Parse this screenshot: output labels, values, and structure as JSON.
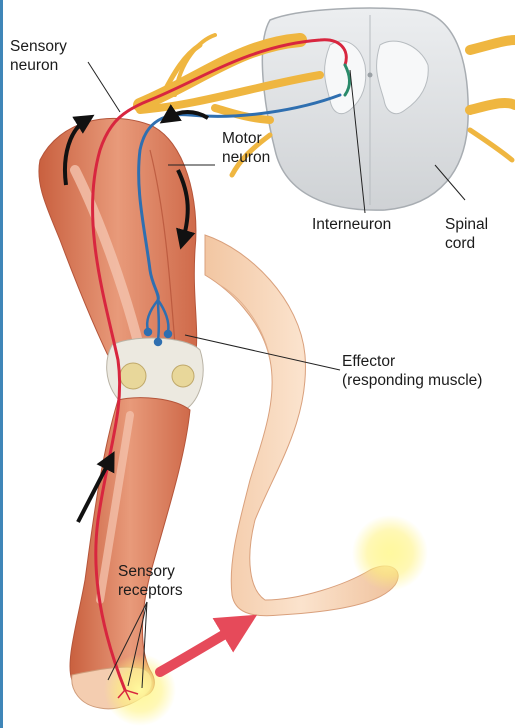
{
  "labels": {
    "sensory_neuron": [
      "Sensory",
      "neuron"
    ],
    "motor_neuron": [
      "Motor",
      "neuron"
    ],
    "interneuron": "Interneuron",
    "spinal_cord": [
      "Spinal",
      "cord"
    ],
    "effector": [
      "Effector",
      "(responding muscle)"
    ],
    "sensory_receptors": [
      "Sensory",
      "receptors"
    ]
  },
  "colors": {
    "sensory_neuron": "#d8263f",
    "motor_neuron": "#2f6fb0",
    "interneuron": "#2a8a6a",
    "spinal_cord": "#e2e4e6",
    "nerve": "#efb640",
    "skin": "#f6d2b4",
    "muscle": "#d9785a",
    "flow_arrow": "#111111",
    "movement_arrow": "#e64a5a",
    "stimulus_glow": "#fff27a"
  },
  "icons": {
    "flow_arrows": "black-curved-arrow",
    "movement_arrow": "red-curved-arrow"
  }
}
